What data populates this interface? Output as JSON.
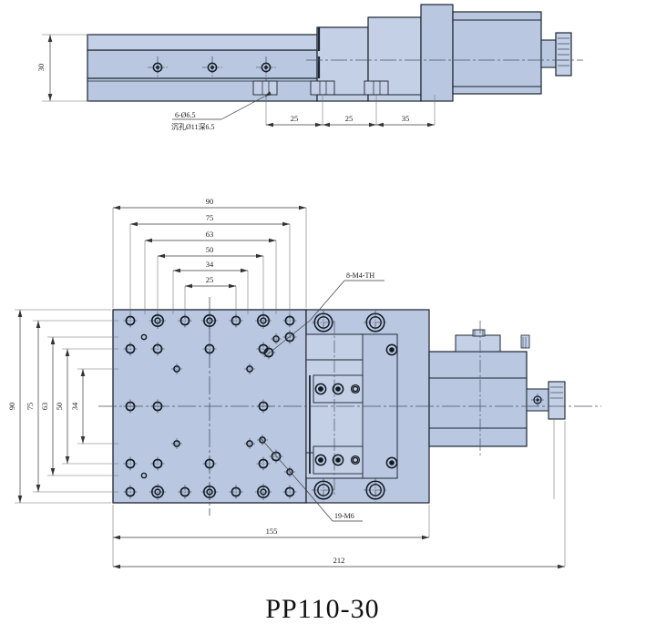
{
  "drawing": {
    "title": "PP110-30",
    "colors": {
      "body_fill": "#b9c7e0",
      "body_fill_light": "#c3d0e6",
      "outline": "#1b2430",
      "dimension_line": "#4a4a4a",
      "center_line": "#5a6472",
      "background": "#ffffff"
    },
    "side_view": {
      "name": "side-elevation",
      "height_dimension": "30",
      "hole_callout_line1": "6-Ø6.5",
      "hole_callout_line2": "沉孔Ø11深6.5",
      "bottom_dimensions": [
        "25",
        "25",
        "35"
      ]
    },
    "plan_view": {
      "name": "plan-view",
      "top_dimensions": [
        "90",
        "75",
        "63",
        "50",
        "34",
        "25"
      ],
      "left_dimensions": [
        "90",
        "75",
        "63",
        "50",
        "34"
      ],
      "bottom_dimensions": [
        "155",
        "212"
      ],
      "callout_upper": "8-M4-TH",
      "callout_lower": "19-M6"
    }
  }
}
